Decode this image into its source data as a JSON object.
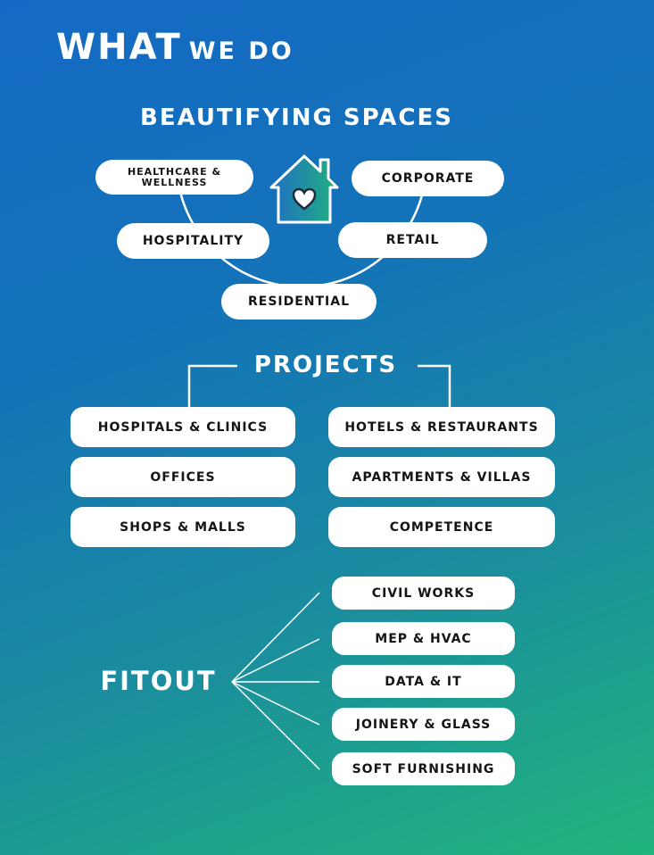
{
  "title": {
    "main": "WHAT",
    "sub": "WE DO"
  },
  "beautifying": {
    "heading": "BEAUTIFYING SPACES",
    "items": [
      "HEALTHCARE & WELLNESS",
      "CORPORATE",
      "HOSPITALITY",
      "RETAIL",
      "RESIDENTIAL"
    ]
  },
  "projects": {
    "heading": "PROJECTS",
    "left": [
      "HOSPITALS & CLINICS",
      "OFFICES",
      "SHOPS & MALLS"
    ],
    "right": [
      "HOTELS & RESTAURANTS",
      "APARTMENTS & VILLAS",
      "COMPETENCE"
    ]
  },
  "fitout": {
    "heading": "FITOUT",
    "items": [
      "CIVIL WORKS",
      "MEP & HVAC",
      "DATA & IT",
      "JOINERY & GLASS",
      "SOFT FURNISHING"
    ]
  },
  "icons": {
    "center": "house-heart-icon"
  },
  "colors": {
    "pill_bg": "#ffffff",
    "pill_text": "#151515",
    "house_left": "#1f6fc4",
    "house_right": "#22b07f"
  }
}
